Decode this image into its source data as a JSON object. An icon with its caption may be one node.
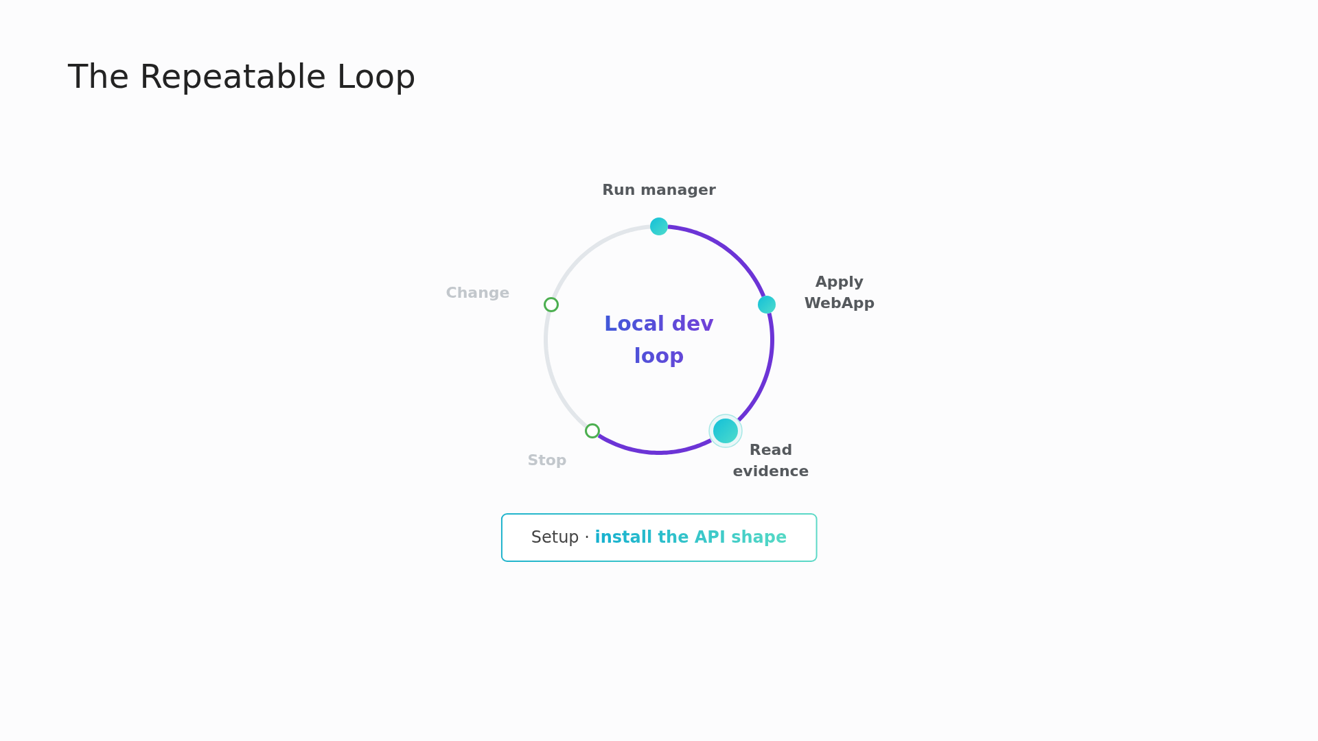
{
  "diagram": {
    "title": "The Repeatable Loop",
    "nodes": [
      {
        "text": [
          "Run manager"
        ]
      },
      {
        "text": [
          "Change"
        ]
      },
      {
        "text": [
          "Apply WebApp"
        ]
      },
      {
        "text": [
          "Stop"
        ]
      },
      {
        "text": [
          "Read evidence"
        ]
      },
      {
        "text": [
          "Setup · **install the API shape**"
        ]
      }
    ],
    "edges": [
      {
        "from": 0,
        "to": 2,
        "arrow": "none"
      },
      {
        "from": 2,
        "to": 4,
        "arrow": "none"
      },
      {
        "from": 4,
        "to": 3,
        "arrow": "none"
      },
      {
        "from": 3,
        "to": 1,
        "arrow": "none",
        "color": "#e2e6ea"
      },
      {
        "from": 1,
        "to": 0,
        "arrow": "none",
        "color": "#e2e6ea"
      }
    ],
    "labels": [
      "Local dev loop"
    ]
  }
}
